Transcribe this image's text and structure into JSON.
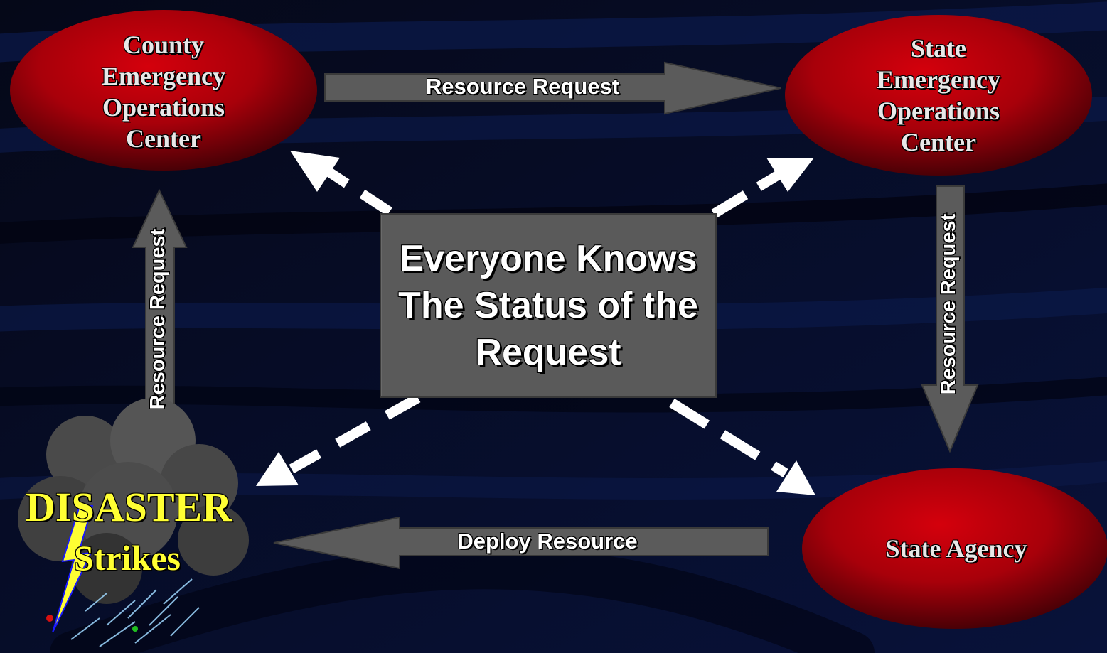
{
  "nodes": {
    "county_eoc": {
      "lines": [
        "County",
        "Emergency",
        "Operations",
        "Center"
      ]
    },
    "state_eoc": {
      "lines": [
        "State",
        "Emergency",
        "Operations",
        "Center"
      ]
    },
    "state_agency": {
      "label": "State Agency"
    },
    "disaster": {
      "line1": "DISASTER",
      "line2": "Strikes"
    }
  },
  "arrows": {
    "county_to_state": "Resource Request",
    "disaster_to_county": "Resource Request",
    "state_to_agency": "Resource Request",
    "agency_to_disaster": "Deploy Resource"
  },
  "status_box": {
    "lines": [
      "Everyone Knows",
      "The Status of the",
      "Request"
    ]
  },
  "colors": {
    "background": "#030620",
    "ellipse_red": "#b3000a",
    "arrow_gray": "#5b5b5b",
    "disaster_text": "#ffff33",
    "dashed_arrow": "#ffffff"
  }
}
